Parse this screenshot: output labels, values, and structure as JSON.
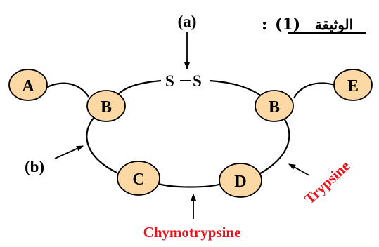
{
  "title": {
    "word": "الوثيقة",
    "number": "(1)",
    "colon": ":"
  },
  "labels": {
    "a": "(a)",
    "b": "(b)",
    "ss_left": "S",
    "ss_dash": "–",
    "ss_right": "S",
    "trypsine": "Trypsine",
    "chymotrypsine": "Chymotrypsine"
  },
  "nodes": {
    "A": "A",
    "B_left": "B",
    "B_right": "B",
    "C": "C",
    "D": "D",
    "E": "E"
  },
  "colors": {
    "node_fill": "#fcd9a4",
    "stroke": "#000000",
    "enzyme_text": "#e8141a"
  }
}
